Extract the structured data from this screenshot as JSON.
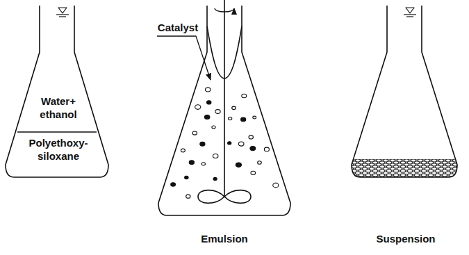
{
  "diagram": {
    "labels": [
      "Water+ ethanol",
      "Polyethoxy- siloxane",
      "Catalyst",
      "Emulsion",
      "Suspension"
    ]
  }
}
